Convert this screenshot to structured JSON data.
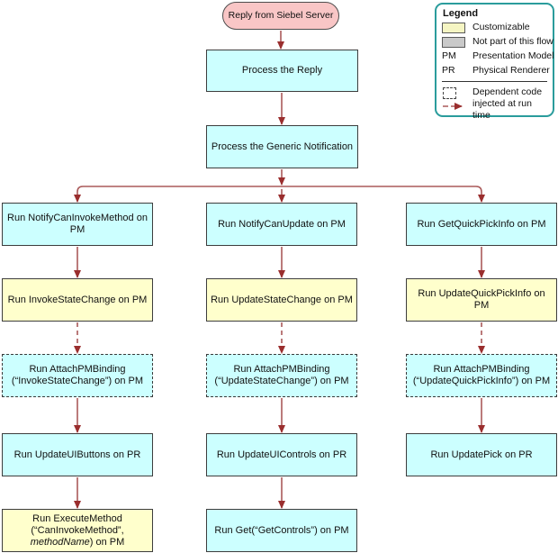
{
  "flow": {
    "start": "Reply from Siebel Server",
    "process_reply": "Process the Reply",
    "process_notification": "Process the Generic Notification",
    "columns": [
      {
        "boxes": [
          {
            "label": "Run NotifyCanInvokeMethod on PM"
          },
          {
            "label": "Run InvokeStateChange on PM"
          },
          {
            "lines": [
              "Run AttachPMBinding",
              "(“InvokeStateChange”) on PM"
            ]
          },
          {
            "label": "Run UpdateUIButtons on PR"
          },
          {
            "lines": [
              "Run ExecuteMethod",
              "(“CanInvokeMethod”,"
            ],
            "italic": "methodName",
            "rest": ") on PM"
          }
        ]
      },
      {
        "boxes": [
          {
            "label": "Run NotifyCanUpdate on PM"
          },
          {
            "label": "Run UpdateStateChange on PM"
          },
          {
            "lines": [
              "Run AttachPMBinding",
              "(“UpdateStateChange”) on PM"
            ]
          },
          {
            "label": "Run UpdateUIControls on PR"
          },
          {
            "label": "Run Get(“GetControls”) on PM"
          }
        ]
      },
      {
        "boxes": [
          {
            "label": "Run GetQuickPickInfo on PM"
          },
          {
            "label": "Run UpdateQuickPickInfo on PM"
          },
          {
            "lines": [
              "Run AttachPMBinding",
              "(“UpdateQuickPickInfo”) on PM"
            ]
          },
          {
            "label": "Run UpdatePick on PR"
          }
        ]
      }
    ]
  },
  "legend": {
    "title": "Legend",
    "items": [
      {
        "swatch": "customizable-swatch",
        "label": "Customizable"
      },
      {
        "swatch": "not-part-of-flow-swatch",
        "label": "Not part of this flow"
      },
      {
        "key": "PM",
        "label": "Presentation Model"
      },
      {
        "key": "PR",
        "label": "Physical Renderer"
      }
    ],
    "dependent": {
      "lines": [
        "Dependent code",
        "injected at run time"
      ]
    }
  },
  "colors": {
    "flow_box_fill": "#ccffff",
    "customizable_fill": "#ffffcc",
    "not_part_fill": "#c9c9c9",
    "start_fill": "#f9c6c6",
    "arrow_line": "#aa5a5a",
    "arrow_head": "#9a2e2e",
    "legend_border": "#2a9c9c"
  }
}
